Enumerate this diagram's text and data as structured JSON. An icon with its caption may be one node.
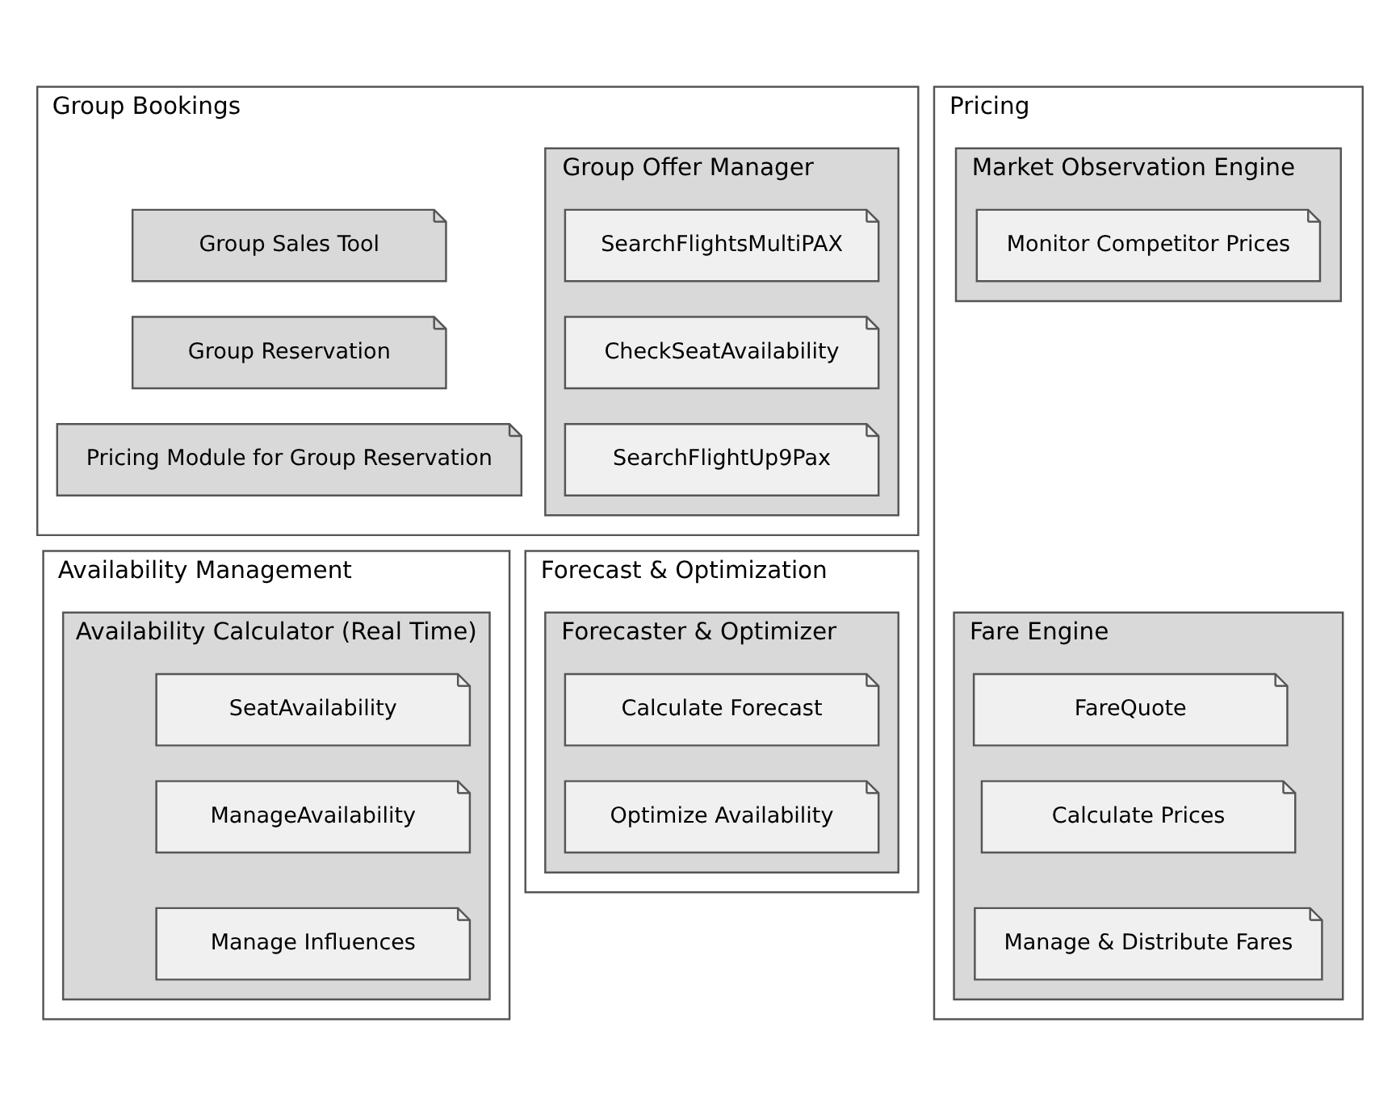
{
  "diagram": {
    "nodes": [
      {
        "text": [
          "Group Bookings"
        ]
      },
      {
        "text": [
          "Group Offer Manager"
        ],
        "in": 0
      },
      {
        "text": [
          "SearchFlightsMultiPAX"
        ],
        "in": 1
      },
      {
        "text": [
          "CheckSeatAvailability"
        ],
        "in": 1
      },
      {
        "text": [
          "SearchFlightUp9Pax"
        ],
        "in": 1
      },
      {
        "text": [
          "Group Sales Tool"
        ],
        "in": 0
      },
      {
        "text": [
          "Group Reservation"
        ],
        "in": 0
      },
      {
        "text": [
          "Pricing Module for Group Reservation"
        ],
        "in": 0
      },
      {
        "text": [
          "Availability Management"
        ]
      },
      {
        "text": [
          "Availability Calculator (Real Time)"
        ],
        "in": 8
      },
      {
        "text": [
          "SeatAvailability"
        ],
        "in": 9
      },
      {
        "text": [
          "ManageAvailability"
        ],
        "in": 9
      },
      {
        "text": [
          "Manage Influences"
        ],
        "in": 9
      },
      {
        "text": [
          "Forecast & Optimization"
        ]
      },
      {
        "text": [
          "Forecaster & Optimizer"
        ],
        "in": 13
      },
      {
        "text": [
          "Calculate Forecast"
        ],
        "in": 14
      },
      {
        "text": [
          "Optimize Availability"
        ],
        "in": 14
      },
      {
        "text": [
          "Pricing"
        ]
      },
      {
        "text": [
          "Fare Engine"
        ],
        "in": 17
      },
      {
        "text": [
          "FareQuote"
        ],
        "in": 18
      },
      {
        "text": [
          "Calculate Prices"
        ],
        "in": 18
      },
      {
        "text": [
          "Manage & Distribute Fares"
        ],
        "in": 18
      },
      {
        "text": [
          "Market Observation Engine"
        ],
        "in": 17
      },
      {
        "text": [
          "Monitor Competitor Prices"
        ],
        "in": 22
      }
    ]
  }
}
